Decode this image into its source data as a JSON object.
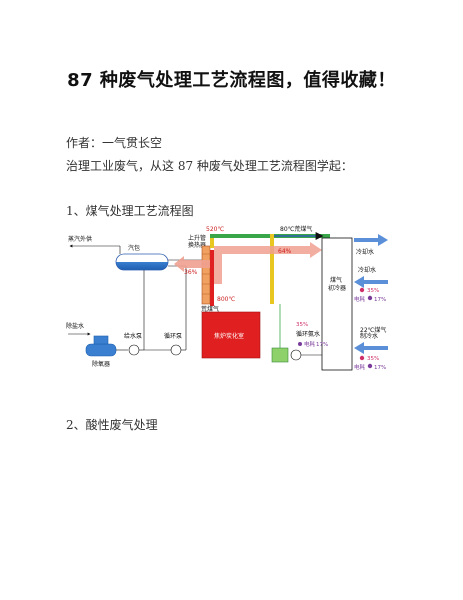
{
  "page": {
    "title": "87 种废气处理工艺流程图，值得收藏！",
    "author_line": "作者：一气贯长空",
    "intro": "治理工业废气，从这 87 种废气处理工艺流程图学起：",
    "section1": "1、煤气处理工艺流程图",
    "section2": "2、酸性废气处理"
  },
  "diagram": {
    "labels": {
      "steam_supply": "蒸汽外供",
      "steam_drum": "汽包",
      "riser_exchanger_1": "上升管",
      "riser_exchanger_2": "换热器",
      "temp_520": "520℃",
      "temp_80": "80℃荒煤气",
      "pct_64": "64%",
      "pct_36": "36%",
      "temp_800": "800℃",
      "raw_gas": "荒煤气",
      "cooling_water": "冷却水",
      "gas_1": "煤气",
      "gas_2": "初冷器",
      "cooling_water_2": "冷却水",
      "pct_35a": "35%",
      "power_17a": "电耗",
      "pct_17a": "17%",
      "desalted_water": "除盐水",
      "feed_pump": "给水泵",
      "circ_pump": "循环泵",
      "deaerator": "除氧器",
      "coke_oven": "焦炉炭化室",
      "circ_ammonia": "循环氨水",
      "pct_35b": "35%",
      "power_17b": "电耗",
      "pct_17b": "17%",
      "temp_22": "22℃煤气",
      "chilled_water": "制冷水",
      "pct_35c": "35%",
      "power_17c": "电耗",
      "pct_17c": "17%"
    },
    "colors": {
      "blue": "#2f5fb0",
      "red": "#e02020",
      "salmon": "#f0a090",
      "green": "#3aa64a",
      "yellow": "#e8c820",
      "arrow_blue": "#5b8fd8"
    }
  }
}
